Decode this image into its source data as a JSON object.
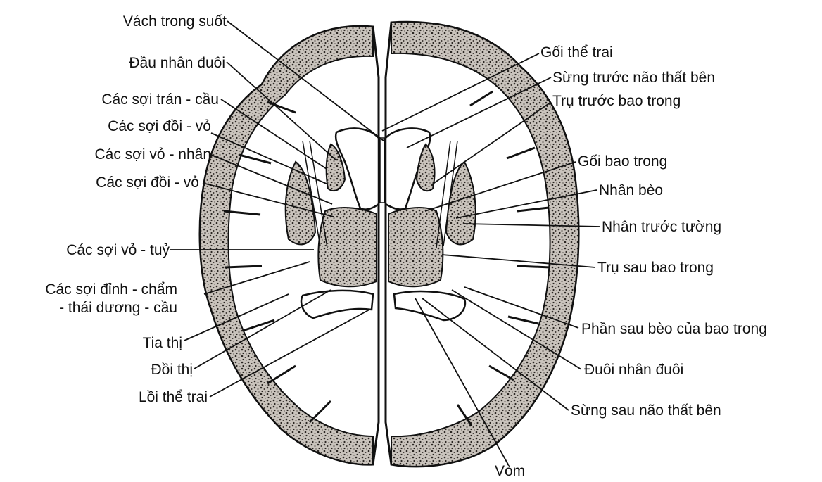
{
  "labels_left": {
    "vach_trong_suot": "Vách trong suốt",
    "dau_nhan_duoi": "Đầu nhân đuôi",
    "soi_tran_cau": "Các sợi trán - cầu",
    "soi_doi_vo_1": "Các sợi đồi - vỏ",
    "soi_vo_nhan": "Các sợi vỏ - nhân",
    "soi_doi_vo_2": "Các sợi đồi - vỏ",
    "soi_vo_tuy": "Các sợi vỏ - tuỷ",
    "soi_dinh_cham_1": "Các sợi đỉnh - chẩm",
    "soi_dinh_cham_2": "- thái dương - cầu",
    "tia_thi": "Tia thị",
    "doi_thi": "Đồi thị",
    "loi_the_trai": "Lồi thể trai"
  },
  "labels_right": {
    "goi_the_trai": "Gối thể trai",
    "sung_truoc": "Sừng trước não thất bên",
    "tru_truoc": "Trụ trước bao trong",
    "goi_bao_trong": "Gối bao trong",
    "nhan_beo": "Nhân bèo",
    "nhan_truoc_tuong": "Nhân trước tường",
    "tru_sau": "Trụ sau bao trong",
    "phan_sau_beo": "Phần sau bèo của bao trong",
    "duoi_nhan_duoi": "Đuôi nhân đuôi",
    "sung_sau": "Sừng sau não thất bên"
  },
  "labels_bottom": {
    "vom": "Vòm"
  }
}
